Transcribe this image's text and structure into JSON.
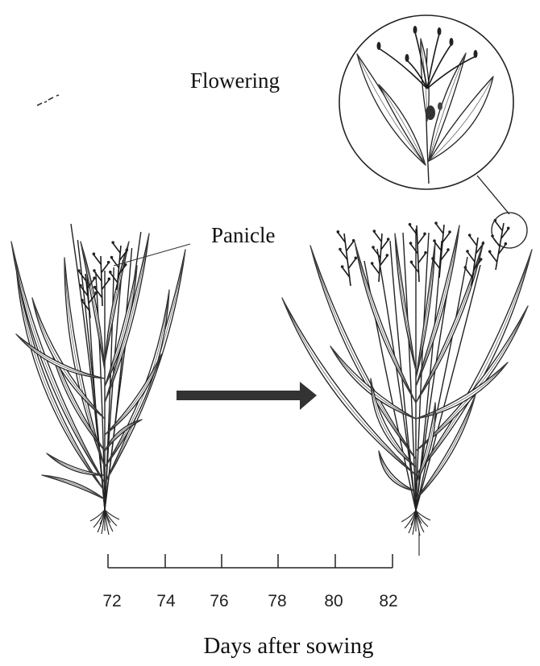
{
  "labels": {
    "flowering": "Flowering",
    "panicle": "Panicle",
    "x_axis_title": "Days after sowing"
  },
  "timeline": {
    "ticks": [
      "72",
      "74",
      "76",
      "78",
      "80",
      "82"
    ]
  },
  "colors": {
    "ink": "#222222",
    "arrow": "#333333",
    "background": "#ffffff"
  }
}
